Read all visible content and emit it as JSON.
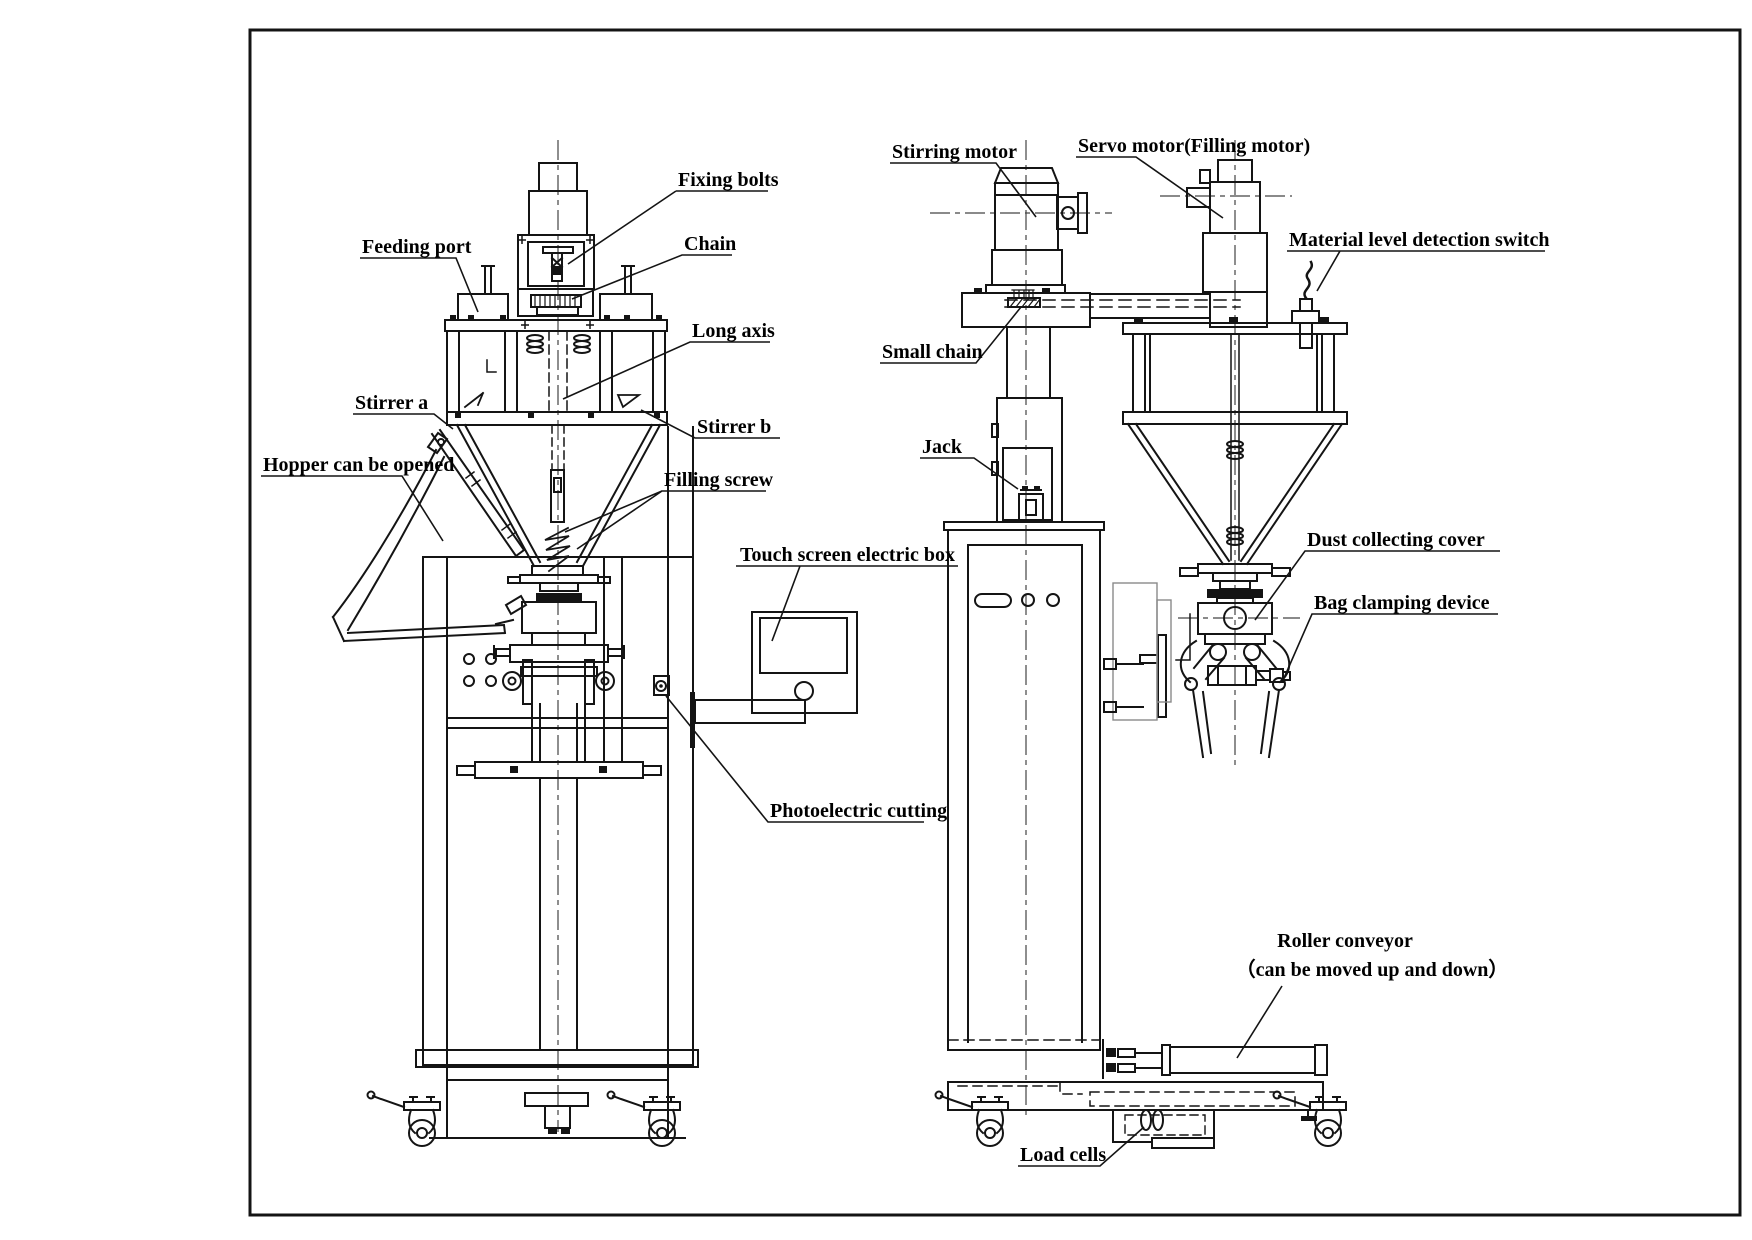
{
  "figure": {
    "kind": "engineering line drawing, two labeled views of an auger filling / packing machine",
    "background_color": "#ffffff",
    "line_color": "#141414",
    "labels": {
      "fixing_bolts": "Fixing bolts",
      "feeding_port": "Feeding port",
      "chain": "Chain",
      "long_axis": "Long axis",
      "stirrer_a": "Stirrer a",
      "stirrer_b": "Stirrer b",
      "hopper_can_be_opened": "Hopper can be opened",
      "filling_screw": "Filling screw",
      "touch_screen_electric_box": "Touch screen  electric box",
      "photoelectric_cutting": "Photoelectric cutting",
      "stirring_motor": "Stirring motor",
      "servo_motor": "Servo motor(Filling motor)",
      "material_level_detection_switch": "Material level detection switch",
      "small_chain": "Small chain",
      "jack": "Jack",
      "dust_collecting_cover": "Dust collecting cover",
      "bag_clamping_device": "Bag clamping device",
      "roller_conveyor_line1": "Roller conveyor",
      "roller_conveyor_line2": "（can be moved up and down）",
      "load_cells": "Load cells"
    }
  }
}
